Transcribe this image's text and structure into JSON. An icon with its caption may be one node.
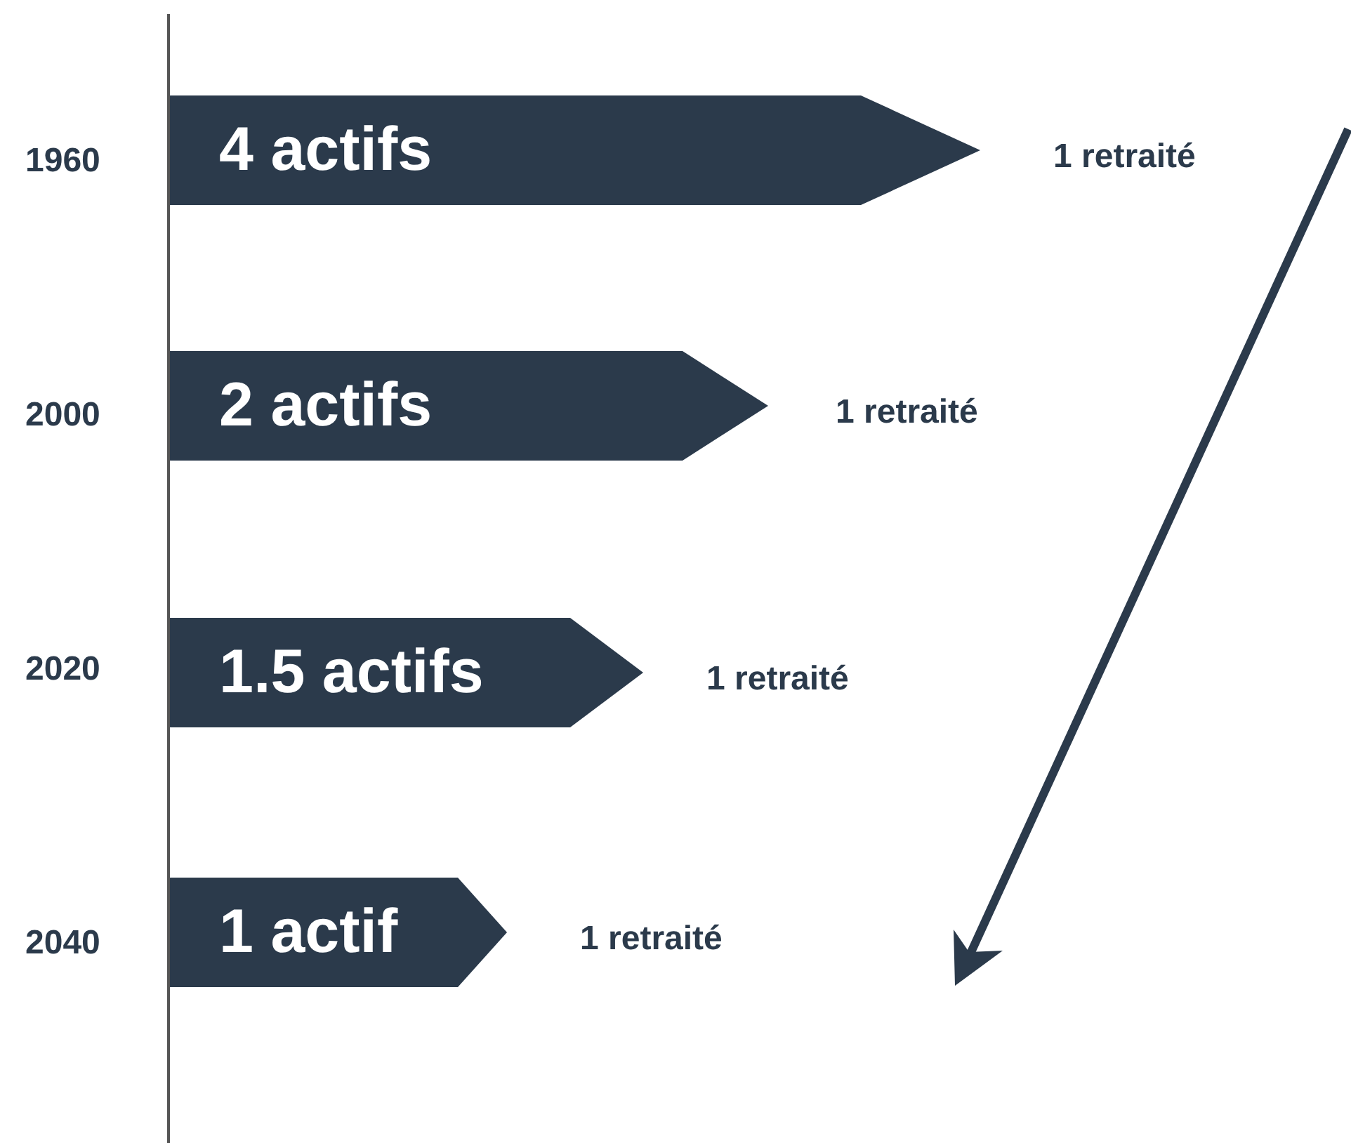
{
  "diagram": {
    "nodes": [
      {
        "text": [
          "4 actifs"
        ],
        "beside": [
          "1 retraité"
        ]
      },
      {
        "text": [
          "2 actifs"
        ],
        "beside": [
          "1 retraité"
        ]
      },
      {
        "text": [
          "1.5 actifs"
        ],
        "beside": [
          "1 retraité"
        ]
      },
      {
        "text": [
          "1 actif"
        ],
        "beside": [
          "1 retraité"
        ]
      }
    ],
    "labels": [
      "1960",
      "2000",
      "2020",
      "2040"
    ]
  }
}
